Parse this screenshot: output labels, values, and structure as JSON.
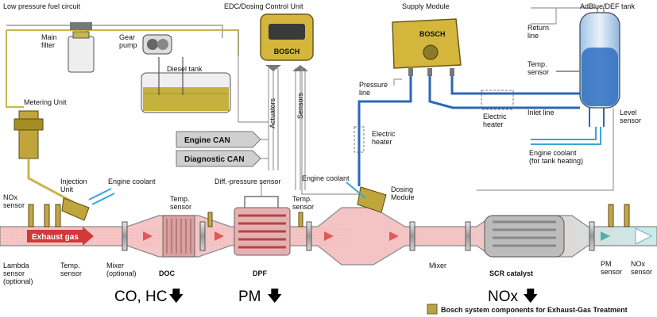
{
  "labels": {
    "low_pressure_fuel_circuit": "Low pressure fuel circuit",
    "main_filter": [
      "Main",
      "filter"
    ],
    "gear_pump": [
      "Gear",
      "pump"
    ],
    "diesel_tank": "Diesel tank",
    "metering_unit": "Metering Unit",
    "edc": "EDC/Dosing Control Unit",
    "supply_module": "Supply Module",
    "adblue_tank": "AdBlue/DEF tank",
    "return_line": [
      "Return",
      "line"
    ],
    "temp_sensor_tank": [
      "Temp.",
      "sensor"
    ],
    "pressure_line": [
      "Pressure",
      "line"
    ],
    "electric_heater_1": [
      "Electric",
      "heater"
    ],
    "electric_heater_2": [
      "Electric",
      "heater"
    ],
    "inlet_line": "Inlet line",
    "level_sensor": [
      "Level",
      "sensor"
    ],
    "engine_coolant_tank": [
      "Engine coolant",
      "(for tank heating)"
    ],
    "actuators": "Actuators",
    "sensors": "Sensors",
    "engine_can": "Engine CAN",
    "diagnostic_can": "Diagnostic CAN",
    "injection_unit": [
      "Injection",
      "Unit"
    ],
    "engine_coolant_1": "Engine coolant",
    "engine_coolant_2": "Engine coolant",
    "diff_pressure_sensor": "Diff.-pressure sensor",
    "dosing_module": [
      "Dosing",
      "Module"
    ],
    "nox_sensor_left": [
      "NOx",
      "sensor"
    ],
    "temp_sensor_doc": [
      "Temp.",
      "sensor"
    ],
    "temp_sensor_dpf": [
      "Temp.",
      "sensor"
    ],
    "exhaust_gas": "Exhaust gas",
    "lambda_sensor": [
      "Lambda",
      "sensor",
      "(optional)"
    ],
    "temp_sensor_bottom": [
      "Temp.",
      "sensor"
    ],
    "mixer_optional": [
      "Mixer",
      "(optional)"
    ],
    "doc": "DOC",
    "dpf": "DPF",
    "mixer": "Mixer",
    "scr_catalyst": "SCR catalyst",
    "pm_sensor": [
      "PM",
      "sensor"
    ],
    "nox_sensor_right": [
      "NOx",
      "sensor"
    ],
    "brand": "BOSCH"
  },
  "reductions": {
    "co_hc": "CO, HC",
    "pm": "PM",
    "nox": "NOx",
    "arrow": "🡇"
  },
  "legend": {
    "text": "Bosch system components for Exhaust-Gas Treatment",
    "swatch_color": "#b8a24a"
  },
  "colors": {
    "exhaust_pink": "#f3c4c4",
    "exhaust_dark": "#e04a4a",
    "clean_teal": "#bfe7e4",
    "adblue": "#2b67b8",
    "coolant": "#3aa6d8",
    "fuel": "#c9b64e",
    "bosch_yellow": "#d4b63c"
  }
}
